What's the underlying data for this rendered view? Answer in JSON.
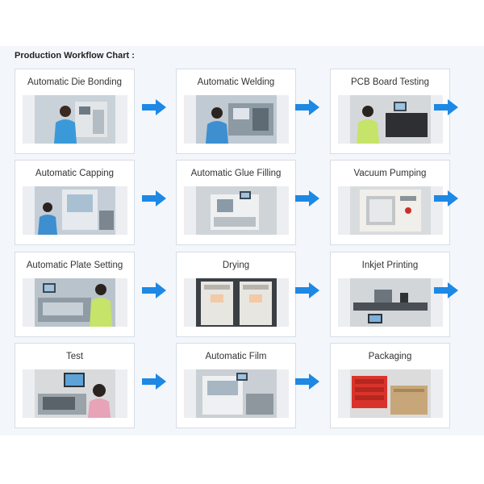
{
  "title": "Production Workflow Chart :",
  "steps": [
    {
      "label": "Automatic Die Bonding",
      "icon": "factory-photo-die-bonding"
    },
    {
      "label": "Automatic Welding",
      "icon": "factory-photo-welding"
    },
    {
      "label": "PCB Board Testing",
      "icon": "factory-photo-pcb-testing"
    },
    {
      "label": "Automatic Capping",
      "icon": "factory-photo-capping"
    },
    {
      "label": "Automatic Glue Filling",
      "icon": "factory-photo-glue-filling"
    },
    {
      "label": "Vacuum Pumping",
      "icon": "factory-photo-vacuum-pumping"
    },
    {
      "label": "Automatic Plate Setting",
      "icon": "factory-photo-plate-setting"
    },
    {
      "label": "Drying",
      "icon": "factory-photo-drying"
    },
    {
      "label": "Inkjet Printing",
      "icon": "factory-photo-inkjet-printing"
    },
    {
      "label": "Test",
      "icon": "factory-photo-test"
    },
    {
      "label": "Automatic Film",
      "icon": "factory-photo-film"
    },
    {
      "label": "Packaging",
      "icon": "factory-photo-packaging"
    }
  ],
  "colors": {
    "arrow": "#1e88e5",
    "card_border": "#d6dde6",
    "panel_bg": "#f3f7fc"
  }
}
